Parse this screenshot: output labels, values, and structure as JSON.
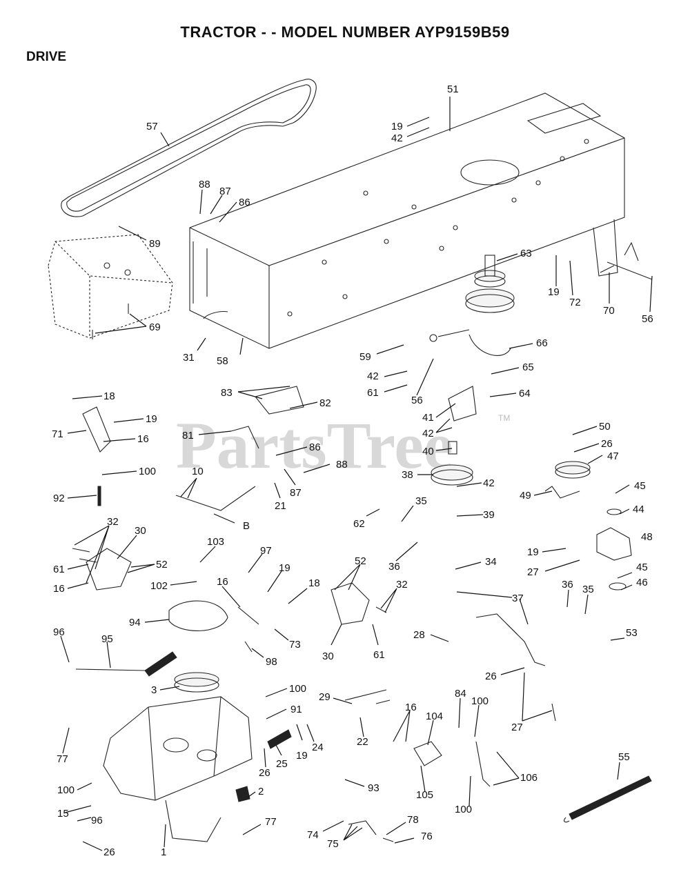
{
  "title": "TRACTOR - - MODEL NUMBER AYP9159B59",
  "section": "DRIVE",
  "watermark": {
    "text": "PartsTree",
    "mark": "TM"
  },
  "callouts": [
    "57",
    "51",
    "19",
    "42",
    "88",
    "87",
    "86",
    "89",
    "69",
    "63",
    "19",
    "72",
    "70",
    "56",
    "31",
    "58",
    "59",
    "42",
    "61",
    "56",
    "66",
    "65",
    "64",
    "18",
    "83",
    "82",
    "19",
    "71",
    "16",
    "81",
    "86",
    "41",
    "42",
    "40",
    "50",
    "26",
    "47",
    "100",
    "88",
    "38",
    "42",
    "45",
    "44",
    "92",
    "10",
    "87",
    "21",
    "B",
    "49",
    "39",
    "35",
    "62",
    "32",
    "30",
    "52",
    "61",
    "16",
    "103",
    "97",
    "102",
    "16",
    "19",
    "18",
    "52",
    "36",
    "34",
    "32",
    "37",
    "94",
    "73",
    "98",
    "30",
    "61",
    "28",
    "96",
    "95",
    "3",
    "100",
    "91",
    "29",
    "22",
    "77",
    "16",
    "104",
    "84",
    "100",
    "26",
    "25",
    "19",
    "24",
    "100",
    "93",
    "15",
    "96",
    "26",
    "1",
    "2",
    "77",
    "74",
    "75",
    "78",
    "76",
    "105",
    "106",
    "100",
    "19",
    "48",
    "27",
    "36",
    "35",
    "45",
    "46",
    "53",
    "26",
    "27",
    "55"
  ]
}
